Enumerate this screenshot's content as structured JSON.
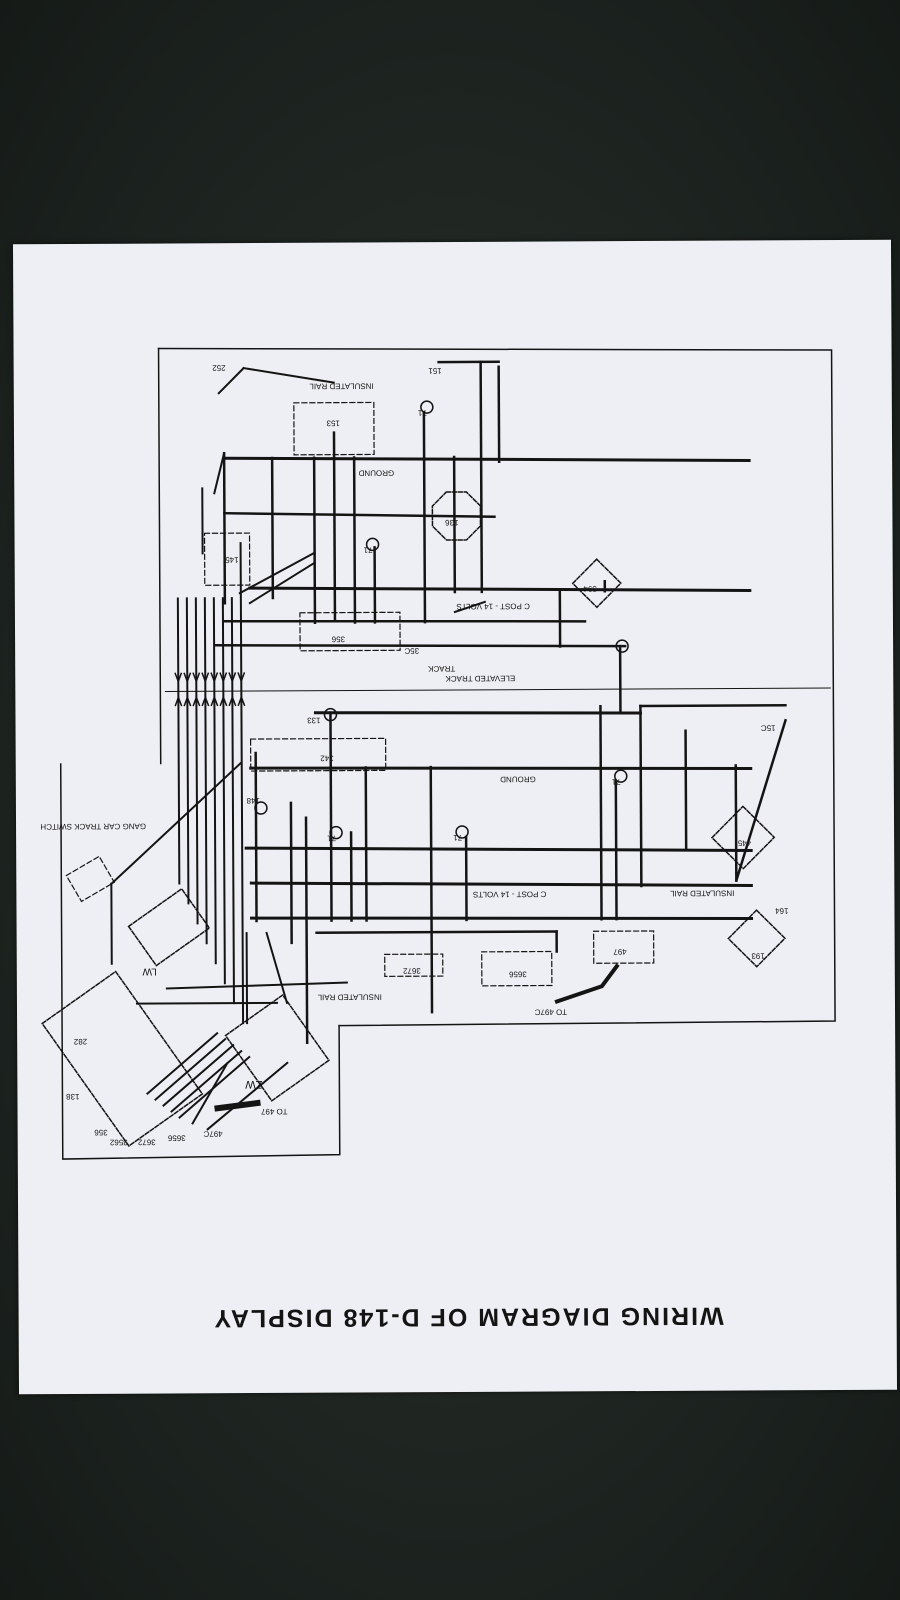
{
  "title": "WIRING DIAGRAM OF D-148 DISPLAY",
  "labels": {
    "insulated_rail_top": "INSULATED RAIL",
    "ground_top": "GROUND",
    "ground_bottom": "GROUND",
    "c_post_top": "C POST - 14 VOLTS",
    "c_post_bottom": "C POST - 14 VOLTS",
    "elevated_track": "ELEVATED TRACK",
    "track": "TRACK",
    "insulated_rail_right": "INSULATED RAIL",
    "insulated_rail_bottom": "INSULATED RAIL",
    "gang_car_switch": "GANG CAR TRACK SWITCH",
    "to_497c": "TO 497C",
    "to_497": "TO 497",
    "lw": "LW",
    "zw": "ZW"
  },
  "components": {
    "c252": "252",
    "c151": "151",
    "c153": "153",
    "c71a": "71",
    "c71b": "71",
    "c71c": "71",
    "c71d": "71",
    "c71e": "71",
    "c136": "136",
    "c145": "145",
    "c356": "356",
    "c35c_top": "35C",
    "c394": "394",
    "c133": "133",
    "c342": "342",
    "c148": "148",
    "c445": "445",
    "c15c_right": "15C",
    "c164": "164",
    "c193": "193",
    "c497": "497",
    "c3656": "3656",
    "c3672": "3672",
    "c138": "138",
    "c282": "282",
    "c356b": "356",
    "c3562": "3562",
    "c3672b": "3672",
    "c3656b": "3656",
    "c497c": "497C"
  }
}
